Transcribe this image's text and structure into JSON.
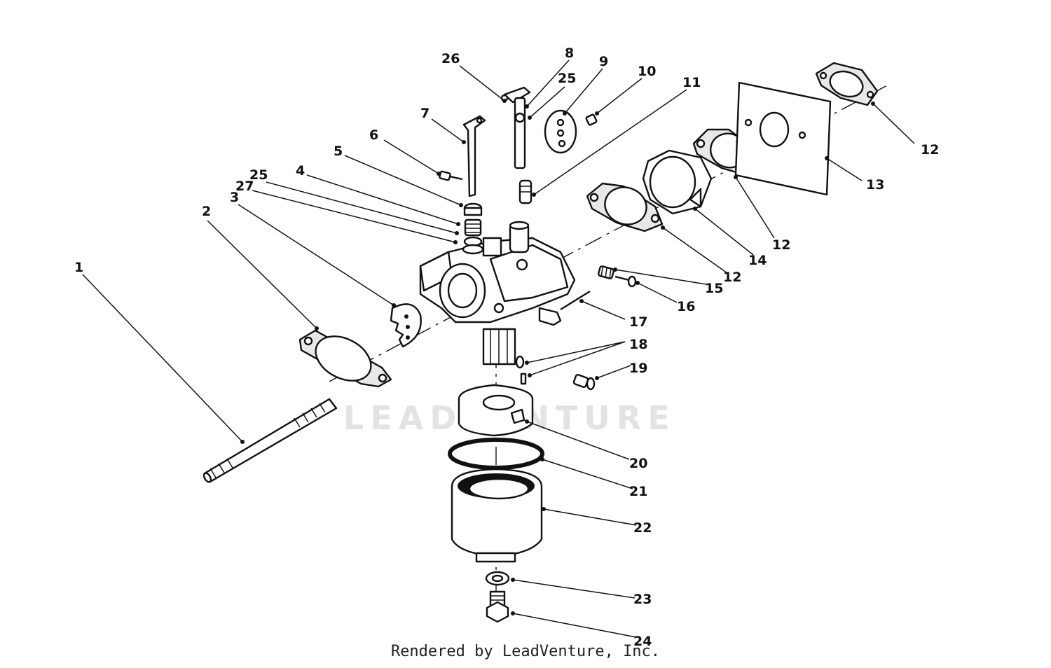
{
  "diagram": {
    "watermark": "LEADVENTURE",
    "credit": "Rendered by LeadVenture, Inc.",
    "callouts": [
      {
        "id": "c1",
        "label": "1"
      },
      {
        "id": "c2",
        "label": "2"
      },
      {
        "id": "c3",
        "label": "3"
      },
      {
        "id": "c27",
        "label": "27"
      },
      {
        "id": "c25a",
        "label": "25"
      },
      {
        "id": "c4",
        "label": "4"
      },
      {
        "id": "c5",
        "label": "5"
      },
      {
        "id": "c6",
        "label": "6"
      },
      {
        "id": "c7",
        "label": "7"
      },
      {
        "id": "c26",
        "label": "26"
      },
      {
        "id": "c8",
        "label": "8"
      },
      {
        "id": "c25b",
        "label": "25"
      },
      {
        "id": "c9",
        "label": "9"
      },
      {
        "id": "c10",
        "label": "10"
      },
      {
        "id": "c11",
        "label": "11"
      },
      {
        "id": "c12a",
        "label": "12"
      },
      {
        "id": "c13",
        "label": "13"
      },
      {
        "id": "c12b",
        "label": "12"
      },
      {
        "id": "c14",
        "label": "14"
      },
      {
        "id": "c12c",
        "label": "12"
      },
      {
        "id": "c15",
        "label": "15"
      },
      {
        "id": "c16",
        "label": "16"
      },
      {
        "id": "c17",
        "label": "17"
      },
      {
        "id": "c18",
        "label": "18"
      },
      {
        "id": "c19",
        "label": "19"
      },
      {
        "id": "c20",
        "label": "20"
      },
      {
        "id": "c21",
        "label": "21"
      },
      {
        "id": "c22",
        "label": "22"
      },
      {
        "id": "c23",
        "label": "23"
      },
      {
        "id": "c24",
        "label": "24"
      }
    ]
  }
}
